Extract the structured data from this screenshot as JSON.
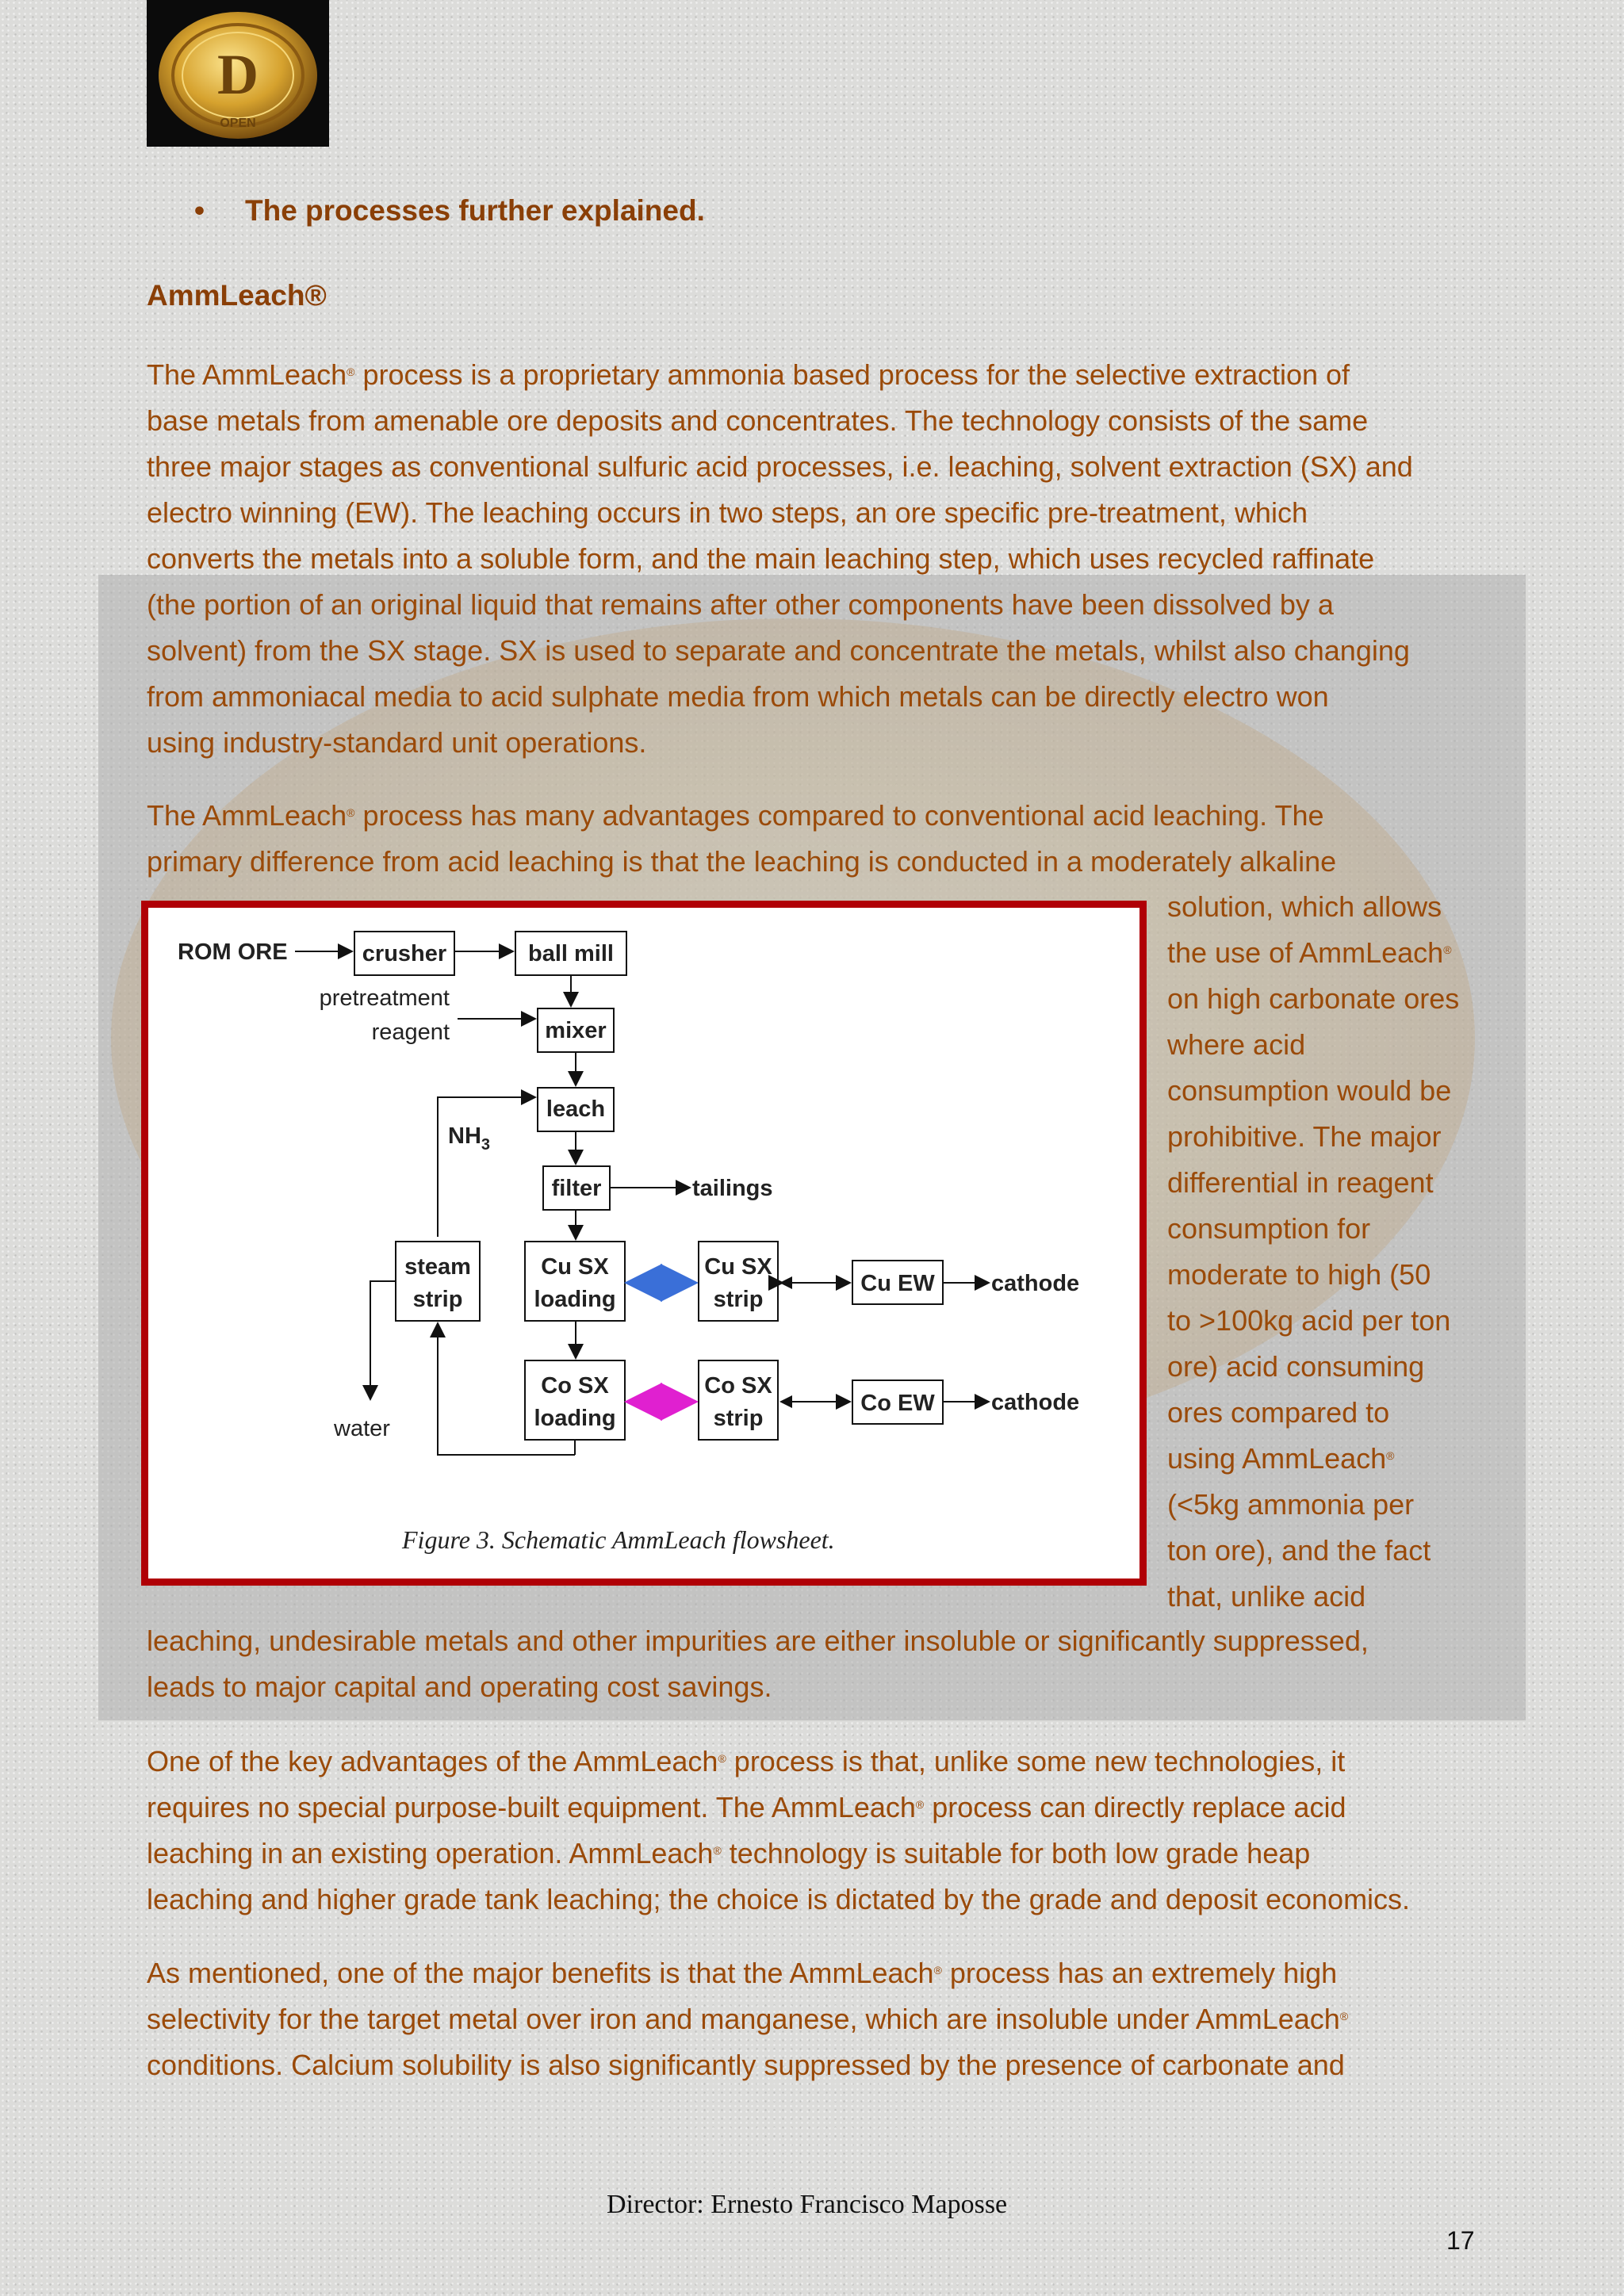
{
  "logo": {
    "text": "OPEN",
    "letter": "D"
  },
  "bullet_heading": {
    "bullet": "•",
    "text": "The processes further explained."
  },
  "section_title": "AmmLeach®",
  "reg_mark": "®",
  "para1": [
    [
      "The AmmLeach",
      "®",
      " process is a proprietary ammonia based process for the selective extraction of"
    ],
    [
      "base metals from amenable ore deposits and concentrates.  The technology consists of the same"
    ],
    [
      "three major stages as conventional sulfuric acid processes, i.e. leaching, solvent extraction (SX) and"
    ],
    [
      "electro winning (EW).  The leaching occurs in two steps, an ore specific pre-treatment, which"
    ],
    [
      "converts the metals into a soluble form, and the main leaching step, which uses recycled raffinate"
    ],
    [
      "(the portion of an original liquid that remains after other components have been dissolved by a"
    ],
    [
      "solvent) from the SX stage.  SX is used to separate and concentrate the metals, whilst also changing"
    ],
    [
      "from ammoniacal media to acid sulphate media from which metals can be directly electro won"
    ],
    [
      "using industry-standard unit operations."
    ]
  ],
  "para2_top": [
    [
      "The AmmLeach",
      "®",
      " process has many advantages compared to conventional acid leaching.  The"
    ],
    [
      "primary difference from acid leaching is that the leaching is conducted in a moderately alkaline"
    ]
  ],
  "para2_side": [
    [
      "solution, which allows"
    ],
    [
      "the use of AmmLeach",
      "®"
    ],
    [
      "on high carbonate ores"
    ],
    [
      "where acid"
    ],
    [
      "consumption would be"
    ],
    [
      "prohibitive.  The major"
    ],
    [
      "differential in reagent"
    ],
    [
      "consumption for"
    ],
    [
      "moderate to high (50"
    ],
    [
      "to >100kg acid per ton"
    ],
    [
      "ore) acid consuming"
    ],
    [
      "ores compared to"
    ],
    [
      "using AmmLeach",
      "®"
    ],
    [
      "(<5kg ammonia per"
    ],
    [
      "ton ore), and the fact"
    ],
    [
      "that, unlike acid"
    ]
  ],
  "para2_bottom": [
    [
      "leaching, undesirable metals and other impurities are either insoluble or significantly suppressed,"
    ],
    [
      "leads to major capital and operating cost savings."
    ]
  ],
  "para3": [
    [
      "One of the key advantages of the AmmLeach",
      "®",
      " process is that, unlike some new technologies, it"
    ],
    [
      "requires no special purpose-built equipment. The AmmLeach",
      "®",
      " process can directly replace acid"
    ],
    [
      "leaching in an existing operation. AmmLeach",
      "®",
      " technology is suitable for both low grade heap"
    ],
    [
      "leaching and higher grade tank leaching; the choice is dictated by the grade and deposit economics."
    ]
  ],
  "para4": [
    [
      "As mentioned, one of the major benefits is that the AmmLeach",
      "®",
      " process has an extremely high"
    ],
    [
      "selectivity for the target metal over iron and manganese, which are insoluble under AmmLeach",
      "®"
    ],
    [
      "conditions. Calcium solubility is also significantly suppressed by the presence of carbonate and"
    ]
  ],
  "figure": {
    "rom_ore": "ROM ORE",
    "crusher": "crusher",
    "ball_mill": "ball mill",
    "pretreatment": "pretreatment",
    "reagent": "reagent",
    "mixer": "mixer",
    "leach": "leach",
    "nh3": "NH",
    "nh3_sub": "3",
    "filter": "filter",
    "tailings": "tailings",
    "steam": "steam",
    "strip": "strip",
    "cu_sx": "Cu SX",
    "loading": "loading",
    "cu_ew": "Cu EW",
    "cathode": "cathode",
    "water": "water",
    "co_sx": "Co SX",
    "co_ew": "Co EW",
    "caption": "Figure 3.  Schematic AmmLeach flowsheet.",
    "cu_arrow_color": "#3a6fd8",
    "co_arrow_color": "#e020d0"
  },
  "footer": {
    "director": "Director:  Ernesto Francisco Maposse",
    "page": "17"
  },
  "colors": {
    "text": "#9a4a09",
    "heading": "#8a3f07",
    "frame": "#b00006"
  }
}
